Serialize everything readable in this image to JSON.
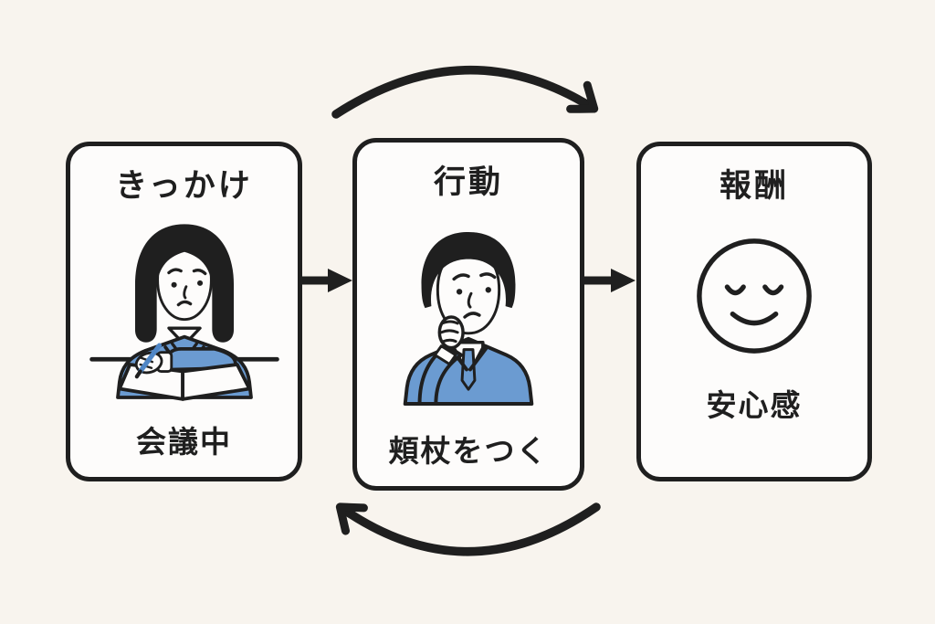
{
  "diagram": {
    "name": "habit-loop-diagram",
    "colors": {
      "background": "#f8f4ee",
      "card_background": "#fdfcfb",
      "outline": "#1f1f1f",
      "accent_blue": "#6b9bd1",
      "pen_blue": "#4f86c6"
    },
    "cards": [
      {
        "id": "cue",
        "title": "きっかけ",
        "caption": "会議中",
        "illustration": "woman-writing-in-meeting-icon"
      },
      {
        "id": "behavior",
        "title": "行動",
        "caption": "頬杖をつく",
        "illustration": "man-resting-chin-on-hand-icon"
      },
      {
        "id": "reward",
        "title": "報酬",
        "caption": "安心感",
        "illustration": "relieved-smiley-face-icon"
      }
    ],
    "arrows": [
      {
        "id": "cue-to-behavior",
        "kind": "straight-right"
      },
      {
        "id": "behavior-to-reward",
        "kind": "straight-right"
      },
      {
        "id": "loop-forward-top",
        "kind": "curved-right"
      },
      {
        "id": "loop-back-bottom",
        "kind": "curved-left"
      }
    ]
  }
}
